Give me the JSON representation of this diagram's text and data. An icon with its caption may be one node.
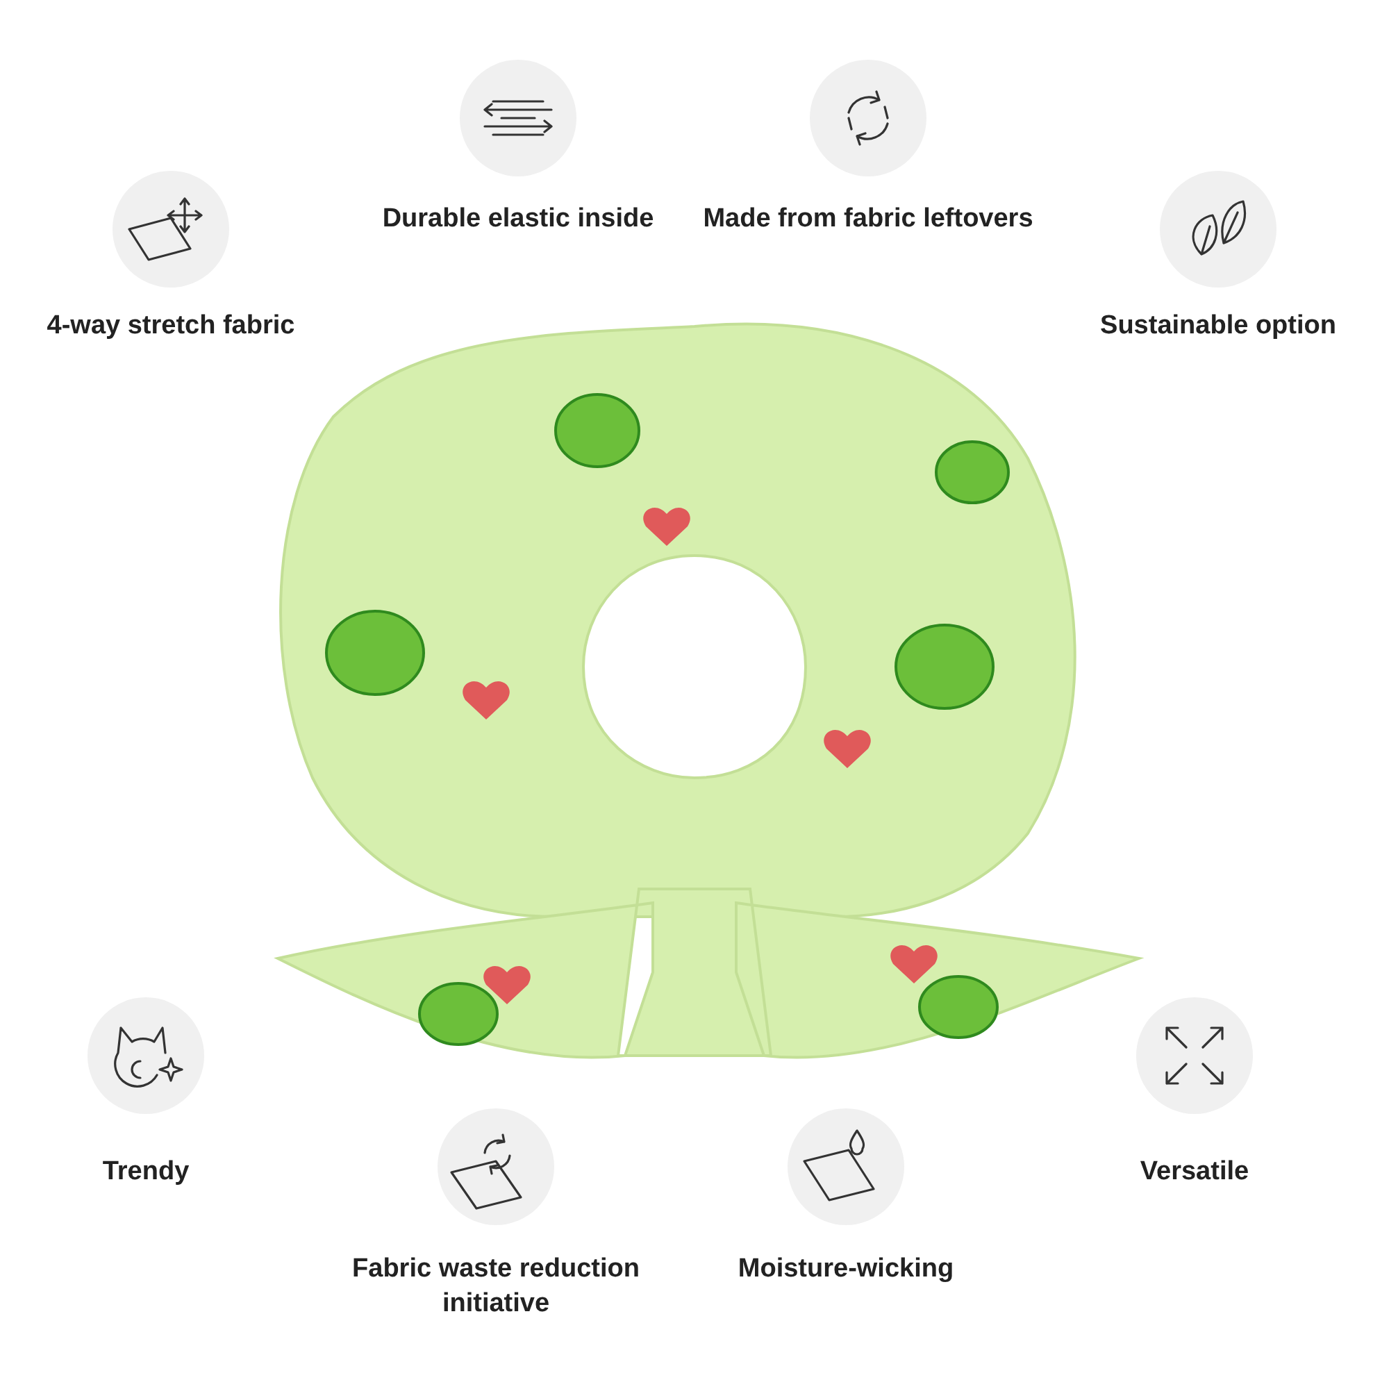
{
  "diagram": {
    "labels": [
      "Durable elastic inside",
      "Made from fabric leftovers",
      "4-way stretch fabric",
      "Sustainable option",
      "Trendy",
      "Versatile",
      "Fabric waste reduction initiative",
      "Moisture-wicking"
    ]
  }
}
